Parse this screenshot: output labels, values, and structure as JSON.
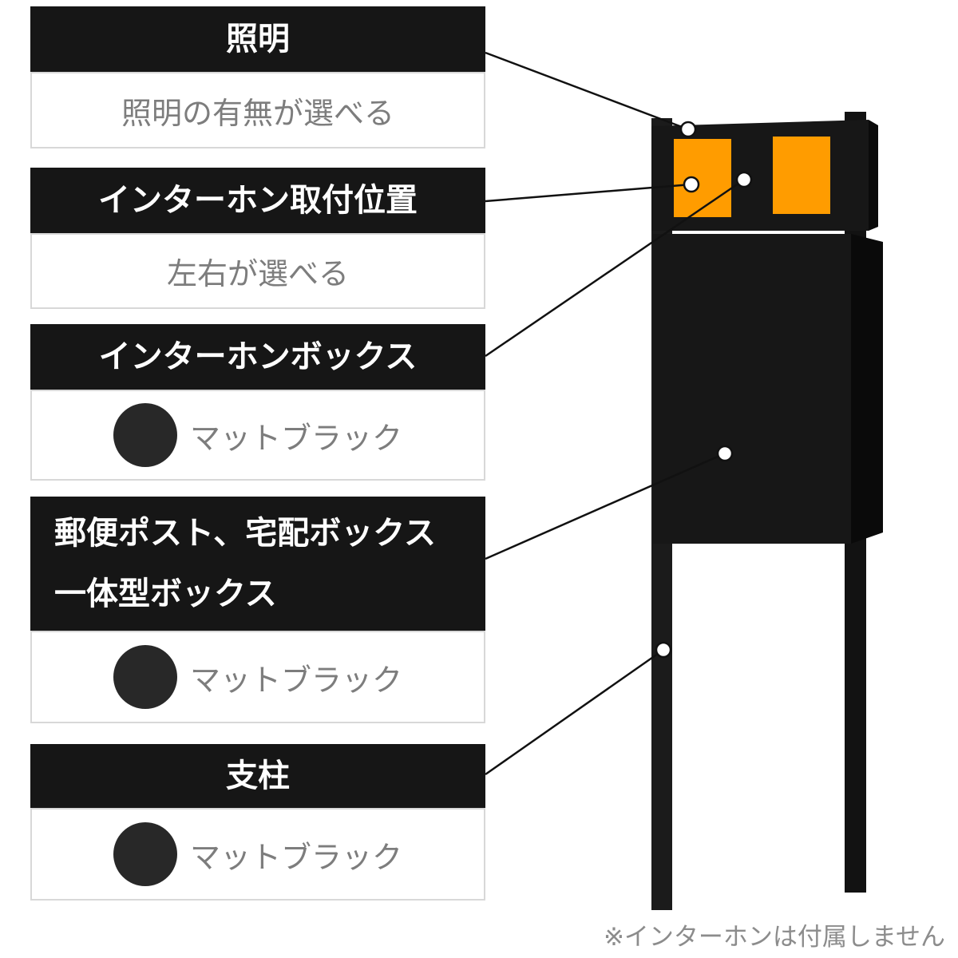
{
  "labels": [
    {
      "title": "照明",
      "desc": "照明の有無が選べる"
    },
    {
      "title": "インターホン取付位置",
      "desc": "左右が選べる"
    },
    {
      "title": "インターホンボックス",
      "desc": "マットブラック"
    },
    {
      "title": "郵便ポスト、宅配ボックス\n一体型ボックス",
      "desc": "マットブラック"
    },
    {
      "title": "支柱",
      "desc": "マットブラック"
    }
  ],
  "footnote": "※インターホンは付属しません",
  "colors": {
    "header_bg": "#161616",
    "accent_orange": "#ff9c00",
    "product_black": "#171717",
    "product_side": "#0a0a0a",
    "swatch_black": "#282828",
    "body_text": "#7d7d7d"
  }
}
